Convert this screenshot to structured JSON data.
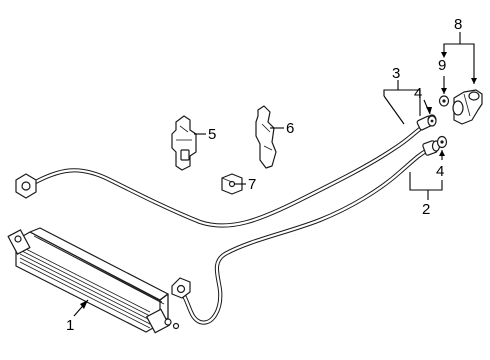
{
  "diagram": {
    "callouts": {
      "c1": "1",
      "c2": "2",
      "c3": "3",
      "c4a": "4",
      "c4b": "4",
      "c5": "5",
      "c6": "6",
      "c7": "7",
      "c8": "8",
      "c9": "9"
    },
    "parts": [
      {
        "id": "1",
        "name": "transmission-oil-cooler"
      },
      {
        "id": "2",
        "name": "cooler-return-line"
      },
      {
        "id": "3",
        "name": "cooler-supply-line"
      },
      {
        "id": "4",
        "name": "sealing-washer"
      },
      {
        "id": "5",
        "name": "line-bracket-upper"
      },
      {
        "id": "6",
        "name": "line-bracket-lower"
      },
      {
        "id": "7",
        "name": "line-clip"
      },
      {
        "id": "8",
        "name": "connector-fitting"
      },
      {
        "id": "9",
        "name": "o-ring-washer"
      }
    ],
    "colors": {
      "line": "#1a1a1a",
      "background": "#ffffff"
    }
  }
}
